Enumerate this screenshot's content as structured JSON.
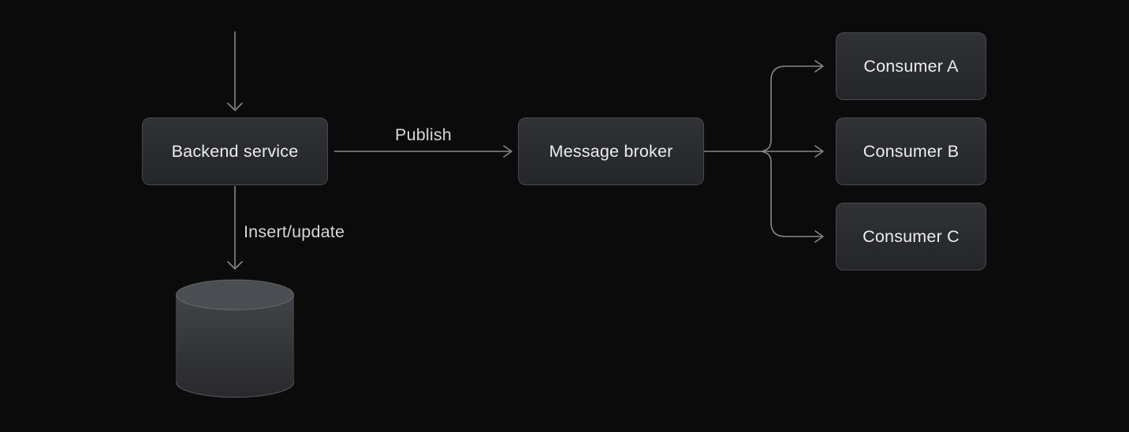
{
  "diagram": {
    "type": "message-flow-architecture",
    "colors": {
      "background": "#0b0b0c",
      "node_fill_top": "#303236",
      "node_fill_bottom": "#242629",
      "node_border": "#47494e",
      "node_text": "#eceded",
      "edge_line": "#84878b",
      "edge_label_text": "#d5d7d9",
      "db_body_top": "#45474c",
      "db_body_bottom": "#28292d",
      "db_top_face": "#4a4d52"
    },
    "nodes": {
      "backend": {
        "label": "Backend service"
      },
      "broker": {
        "label": "Message broker"
      },
      "consumer_a": {
        "label": "Consumer A"
      },
      "consumer_b": {
        "label": "Consumer B"
      },
      "consumer_c": {
        "label": "Consumer C"
      },
      "database": {
        "icon": "database-cylinder"
      }
    },
    "edges": {
      "incoming_top": {
        "label": "",
        "from": "offscreen-top",
        "to": "backend"
      },
      "publish": {
        "label": "Publish",
        "from": "backend",
        "to": "broker"
      },
      "fanout_a": {
        "label": "",
        "from": "broker",
        "to": "consumer_a"
      },
      "fanout_b": {
        "label": "",
        "from": "broker",
        "to": "consumer_b"
      },
      "fanout_c": {
        "label": "",
        "from": "broker",
        "to": "consumer_c"
      },
      "insert_update": {
        "label": "Insert/update",
        "from": "backend",
        "to": "database"
      }
    }
  }
}
